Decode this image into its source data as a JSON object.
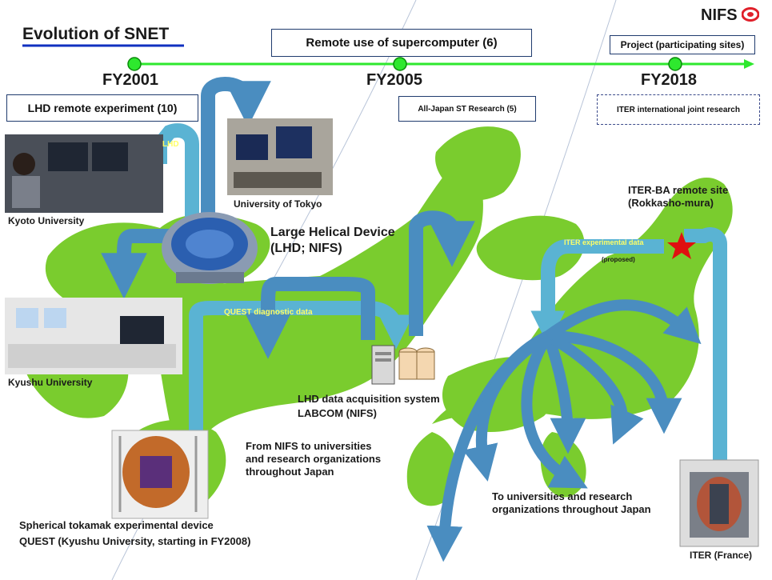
{
  "title": "Evolution of SNET",
  "logo": "NIFS",
  "timeline": {
    "fy": [
      "FY2001",
      "FY2005",
      "FY2018"
    ]
  },
  "boxes": {
    "supercomputer": "Remote use of supercomputer (6)",
    "project": "Project (participating sites)",
    "lhd_remote": "LHD remote experiment (10)",
    "all_japan_st": "All-Japan ST Research (5)",
    "iter_joint": "ITER international joint research"
  },
  "labels": {
    "kyoto": "Kyoto University",
    "tokyo": "University of Tokyo",
    "kyushu": "Kyushu University",
    "lhd_device_1": "Large Helical Device",
    "lhd_device_2": "(LHD; NIFS)",
    "labcom_1": "LHD data acquisition system",
    "labcom_2": "LABCOM (NIFS)",
    "from_nifs_1": "From NIFS to universities",
    "from_nifs_2": "and research organizations",
    "from_nifs_3": "throughout Japan",
    "quest_1": "Spherical tokamak experimental device",
    "quest_2": "QUEST (Kyushu University, starting in FY2008)",
    "to_univ_1": "To universities and research",
    "to_univ_2": "organizations throughout Japan",
    "iter_ba_1": "ITER-BA remote site",
    "iter_ba_2": "(Rokkasho-mura)",
    "iter_france": "ITER (France)"
  },
  "arrow_tags": {
    "lhd": "LHD",
    "quest_data": "QUEST diagnostic data",
    "iter_data": "ITER experimental data",
    "proposed": "(proposed)"
  },
  "colors": {
    "timeline": "#2ee82e",
    "map": "#7acc2e",
    "arrow_fill": "#4a8dc0",
    "arrow_stroke": "#2a5f90",
    "tube": "#5ab3d3",
    "title_underline": "#1030c0",
    "logo": "#1a1a1a",
    "logo_mark": "#e0202a"
  }
}
